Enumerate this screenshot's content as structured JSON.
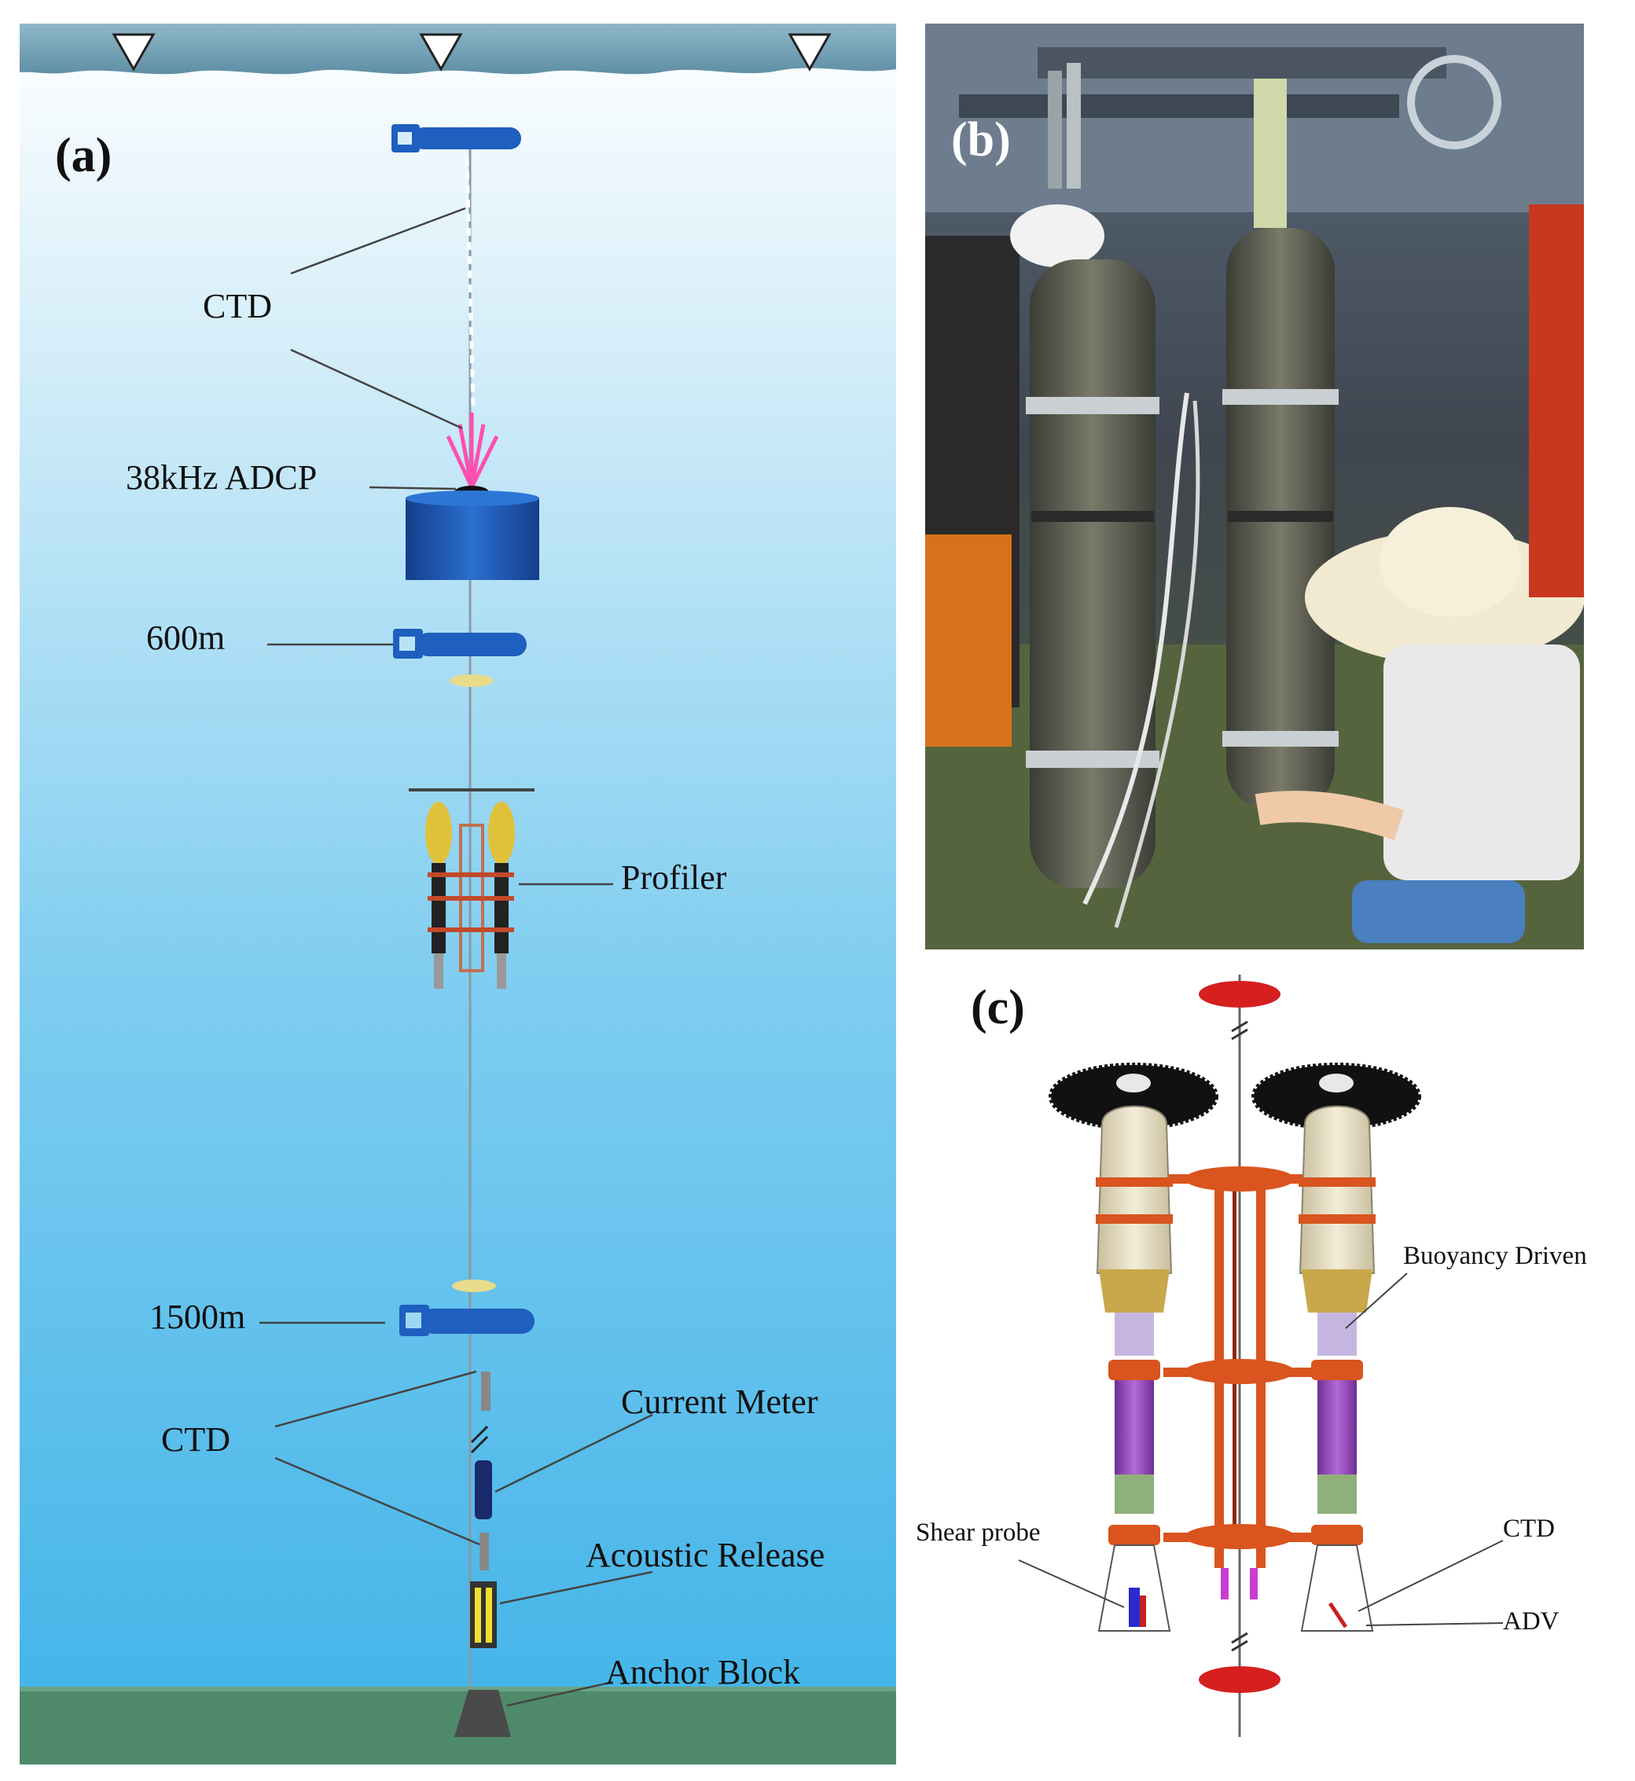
{
  "panels": {
    "a": {
      "label": "(a)",
      "annotations": {
        "ctd_top": "CTD",
        "adcp": "38kHz ADCP",
        "depth_600": "600m",
        "profiler": "Profiler",
        "depth_1500": "1500m",
        "current_meter": "Current Meter",
        "ctd_bottom": "CTD",
        "acoustic_release": "Acoustic Release",
        "anchor_block": "Anchor Block"
      }
    },
    "b": {
      "label": "(b)"
    },
    "c": {
      "label": "(c)",
      "annotations": {
        "buoyancy_driven": "Buoyancy Driven",
        "shear_probe": "Shear probe",
        "ctd": "CTD",
        "adv": "ADV"
      }
    }
  },
  "colors": {
    "water_top": "#ffffff",
    "water_bottom": "#3fb3e8",
    "seabed": "#4f8a6a",
    "float_blue": "#1f5fbf",
    "frame_orange": "#d9541e",
    "disc_red": "#d61f1f",
    "casing_purple": "#9b4fc2",
    "float_cream": "#efe6cf"
  }
}
